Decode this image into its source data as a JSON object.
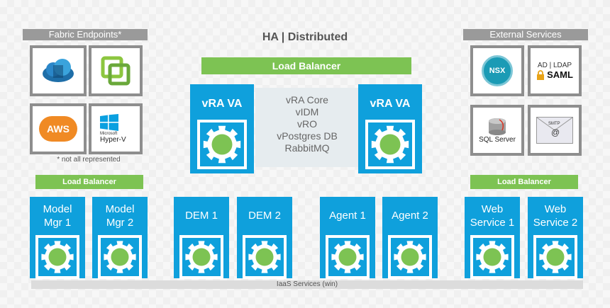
{
  "title": "HA | Distributed",
  "fabric": {
    "header": "Fabric Endpoints*",
    "note": "* not all represented",
    "aws": "AWS",
    "hyperv_small": "Microsoft",
    "hyperv": "Hyper-V"
  },
  "external": {
    "header": "External Services",
    "nsx": "NSX",
    "saml_top": "AD | LDAP",
    "saml": "SAML",
    "sql": "SQL Server",
    "smtp": "SMTP",
    "at": "@"
  },
  "main_lb": "Load Balancer",
  "vra_left": "vRA VA",
  "vra_right": "vRA VA",
  "services": [
    "vRA Core",
    "vIDM",
    "vRO",
    "vPostgres DB",
    "RabbitMQ"
  ],
  "left_lb": "Load Balancer",
  "right_lb": "Load Balancer",
  "boxes": [
    "Model\nMgr 1",
    "Model\nMgr 2",
    "DEM 1",
    "DEM 2",
    "Agent 1",
    "Agent 2",
    "Web\nService 1",
    "Web\nService 2"
  ],
  "iaas": "IaaS Services (win)",
  "colors": {
    "blue": "#0fa0dc",
    "green": "#7dc353",
    "gear_center": "#7dc353",
    "grey": "#9a9a9a"
  }
}
